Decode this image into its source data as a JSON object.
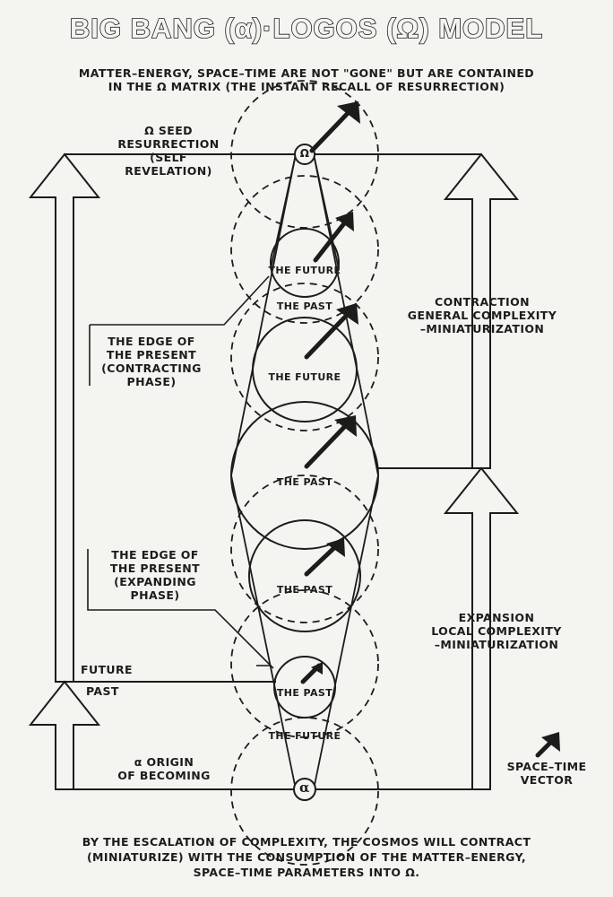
{
  "title": {
    "pre": "BIG BANG (",
    "alpha": "α",
    "mid": ")·LOGOS (",
    "omega": "Ω",
    "post": ") MODEL"
  },
  "subtitle": {
    "line1": "MATTER–ENERGY, SPACE–TIME ARE NOT \"GONE\" BUT ARE CONTAINED",
    "line2": "IN THE Ω MATRIX (THE INSTANT RECALL OF RESURRECTION)"
  },
  "omega_seed": {
    "line1": "Ω SEED",
    "line2": "RESURRECTION",
    "line3": "(SELF",
    "line4": "REVELATION)"
  },
  "edge_contracting": {
    "line1": "THE EDGE OF",
    "line2": "THE PRESENT",
    "line3": "(CONTRACTING",
    "line4": "PHASE)"
  },
  "edge_expanding": {
    "line1": "THE EDGE OF",
    "line2": "THE PRESENT",
    "line3": "(EXPANDING",
    "line4": "PHASE)"
  },
  "future_past": {
    "future": "FUTURE",
    "past": "PAST"
  },
  "alpha_origin": {
    "line1": "α ORIGIN",
    "line2": "OF BECOMING"
  },
  "contraction": {
    "line1": "CONTRACTION",
    "line2": "GENERAL COMPLEXITY",
    "line3": "–MINIATURIZATION"
  },
  "expansion": {
    "line1": "EXPANSION",
    "line2": "LOCAL COMPLEXITY",
    "line3": "–MINIATURIZATION"
  },
  "vector_legend": {
    "line1": "SPACE–TIME",
    "line2": "VECTOR"
  },
  "circle_labels": {
    "c1": "THE FUTURE",
    "c2": "THE PAST",
    "c3": "THE FUTURE",
    "c4": "THE PAST",
    "c5": "THE PAST",
    "c6": "THE PAST",
    "c7": "THE FUTURE"
  },
  "node_symbols": {
    "omega": "Ω",
    "alpha": "α"
  },
  "caption": {
    "line1": "BY THE ESCALATION OF COMPLEXITY, THE COSMOS WILL CONTRACT",
    "line2": "(MINIATURIZE) WITH THE CONSUMPTION OF THE MATTER–ENERGY,",
    "line3": "SPACE–TIME PARAMETERS INTO Ω."
  }
}
